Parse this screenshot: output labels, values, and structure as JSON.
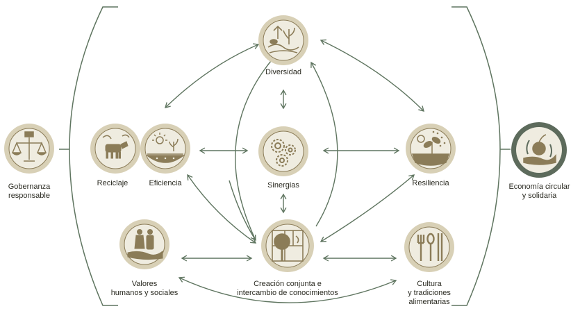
{
  "colors": {
    "line": "#5f7560",
    "ring": "#d8d0b6",
    "fill": "#efece0",
    "ink": "#8b7c58",
    "dark_ring": "#5d6b5c"
  },
  "nodes": {
    "diversidad": {
      "label": "Diversidad",
      "icon": "plants-animal-icon"
    },
    "sinergias": {
      "label": "Sinergias",
      "icon": "gears-icon"
    },
    "reciclaje": {
      "label": "Reciclaje",
      "icon": "cow-icon"
    },
    "eficiencia": {
      "label": "Eficiencia",
      "icon": "sun-seedlings-icon"
    },
    "resiliencia": {
      "label": "Resiliencia",
      "icon": "rain-plant-icon"
    },
    "valores": {
      "label": "Valores\nhumanos y sociales",
      "icon": "people-hand-icon"
    },
    "creacion": {
      "label": "Creación conjunta e\nintercambio de conocimientos",
      "icon": "tree-grid-icon"
    },
    "cultura": {
      "label": "Cultura\ny tradiciones\nalimentarias",
      "icon": "cutlery-icon"
    },
    "gobernanza": {
      "label": "Gobernanza\nresponsable",
      "icon": "scales-icon"
    },
    "economia": {
      "label": "Economía circular\ny solidaria",
      "icon": "apple-hand-icon"
    }
  }
}
